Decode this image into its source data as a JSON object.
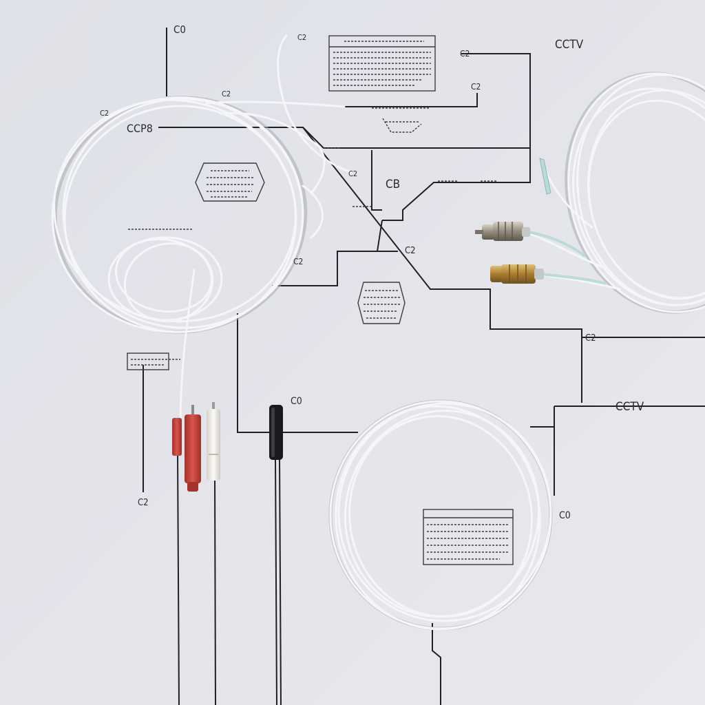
{
  "labels": {
    "top_c0": "C0",
    "c2_top": "C2",
    "c2_code": "C2",
    "cctv_top": "CCTV",
    "c2_left": "C2",
    "ccp_label": "CCP8",
    "c2_mid": "C2",
    "c2_right": "C2",
    "c2_small": "C2",
    "c2_wire": "C2",
    "cb_label": "CB",
    "c0_plug": "C0",
    "c2_lower": "C2",
    "cctv_right": "CCTV",
    "c0_right": "C0",
    "c2_bottom_left": "C2"
  },
  "colors": {
    "background": "#e3e5ec",
    "wire": "#1f2024",
    "cable": "#f6f6f8",
    "plug_red": "#c9453d",
    "plug_white": "#f3f0ea",
    "plug_black": "#1a1a1c",
    "connector_brass": "#b58a3a",
    "connector_silver": "#9a9486"
  },
  "icons": [
    "coiled-cable-icon",
    "rca-plug-icon",
    "bnc-connector-icon",
    "label-box-icon"
  ]
}
